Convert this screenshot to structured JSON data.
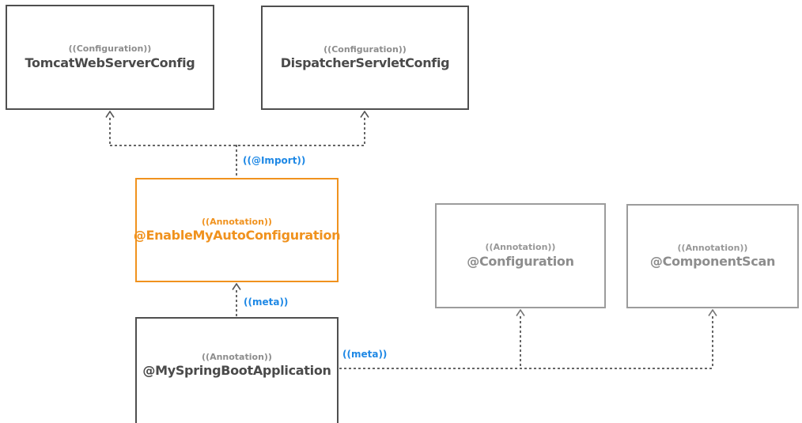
{
  "diagram": {
    "nodes": [
      {
        "id": "tomcat-web-server-config",
        "stereotype": "((Configuration))",
        "name": "TomcatWebServerConfig"
      },
      {
        "id": "dispatcher-servlet-config",
        "stereotype": "((Configuration))",
        "name": "DispatcherServletConfig"
      },
      {
        "id": "enable-my-auto-configuration",
        "stereotype": "((Annotation))",
        "name": "@EnableMyAutoConfiguration"
      },
      {
        "id": "configuration",
        "stereotype": "((Annotation))",
        "name": "@Configuration"
      },
      {
        "id": "component-scan",
        "stereotype": "((Annotation))",
        "name": "@ComponentScan"
      },
      {
        "id": "my-spring-boot-application",
        "stereotype": "((Annotation))",
        "name": "@MySpringBootApplication"
      }
    ],
    "edge_labels": {
      "import": "((@Import))",
      "meta_vertical": "((meta))",
      "meta_horizontal": "((meta))"
    },
    "colors": {
      "highlight_orange": "#f0921e",
      "label_blue": "#1e88e5",
      "node_dark_text": "#4a4a4a",
      "node_gray_text": "#8d8d8d",
      "connector_gray": "#666666"
    }
  }
}
